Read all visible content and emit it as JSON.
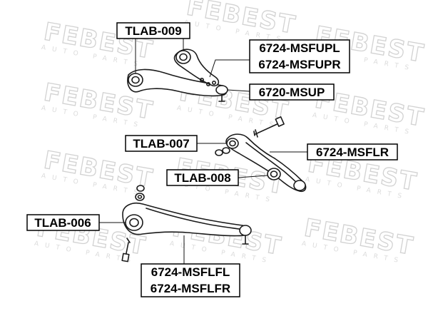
{
  "watermark": {
    "brand": "FEBEST",
    "subtitle": "AUTO PARTS"
  },
  "labels": {
    "tlab_009": "TLAB-009",
    "msfupl": "6724-MSFUPL",
    "msfupr": "6724-MSFUPR",
    "msup": "6720-MSUP",
    "tlab_007": "TLAB-007",
    "msflr": "6724-MSFLR",
    "tlab_008": "TLAB-008",
    "tlab_006": "TLAB-006",
    "msflfl": "6724-MSFLFL",
    "msflfr": "6724-MSFLFR"
  }
}
